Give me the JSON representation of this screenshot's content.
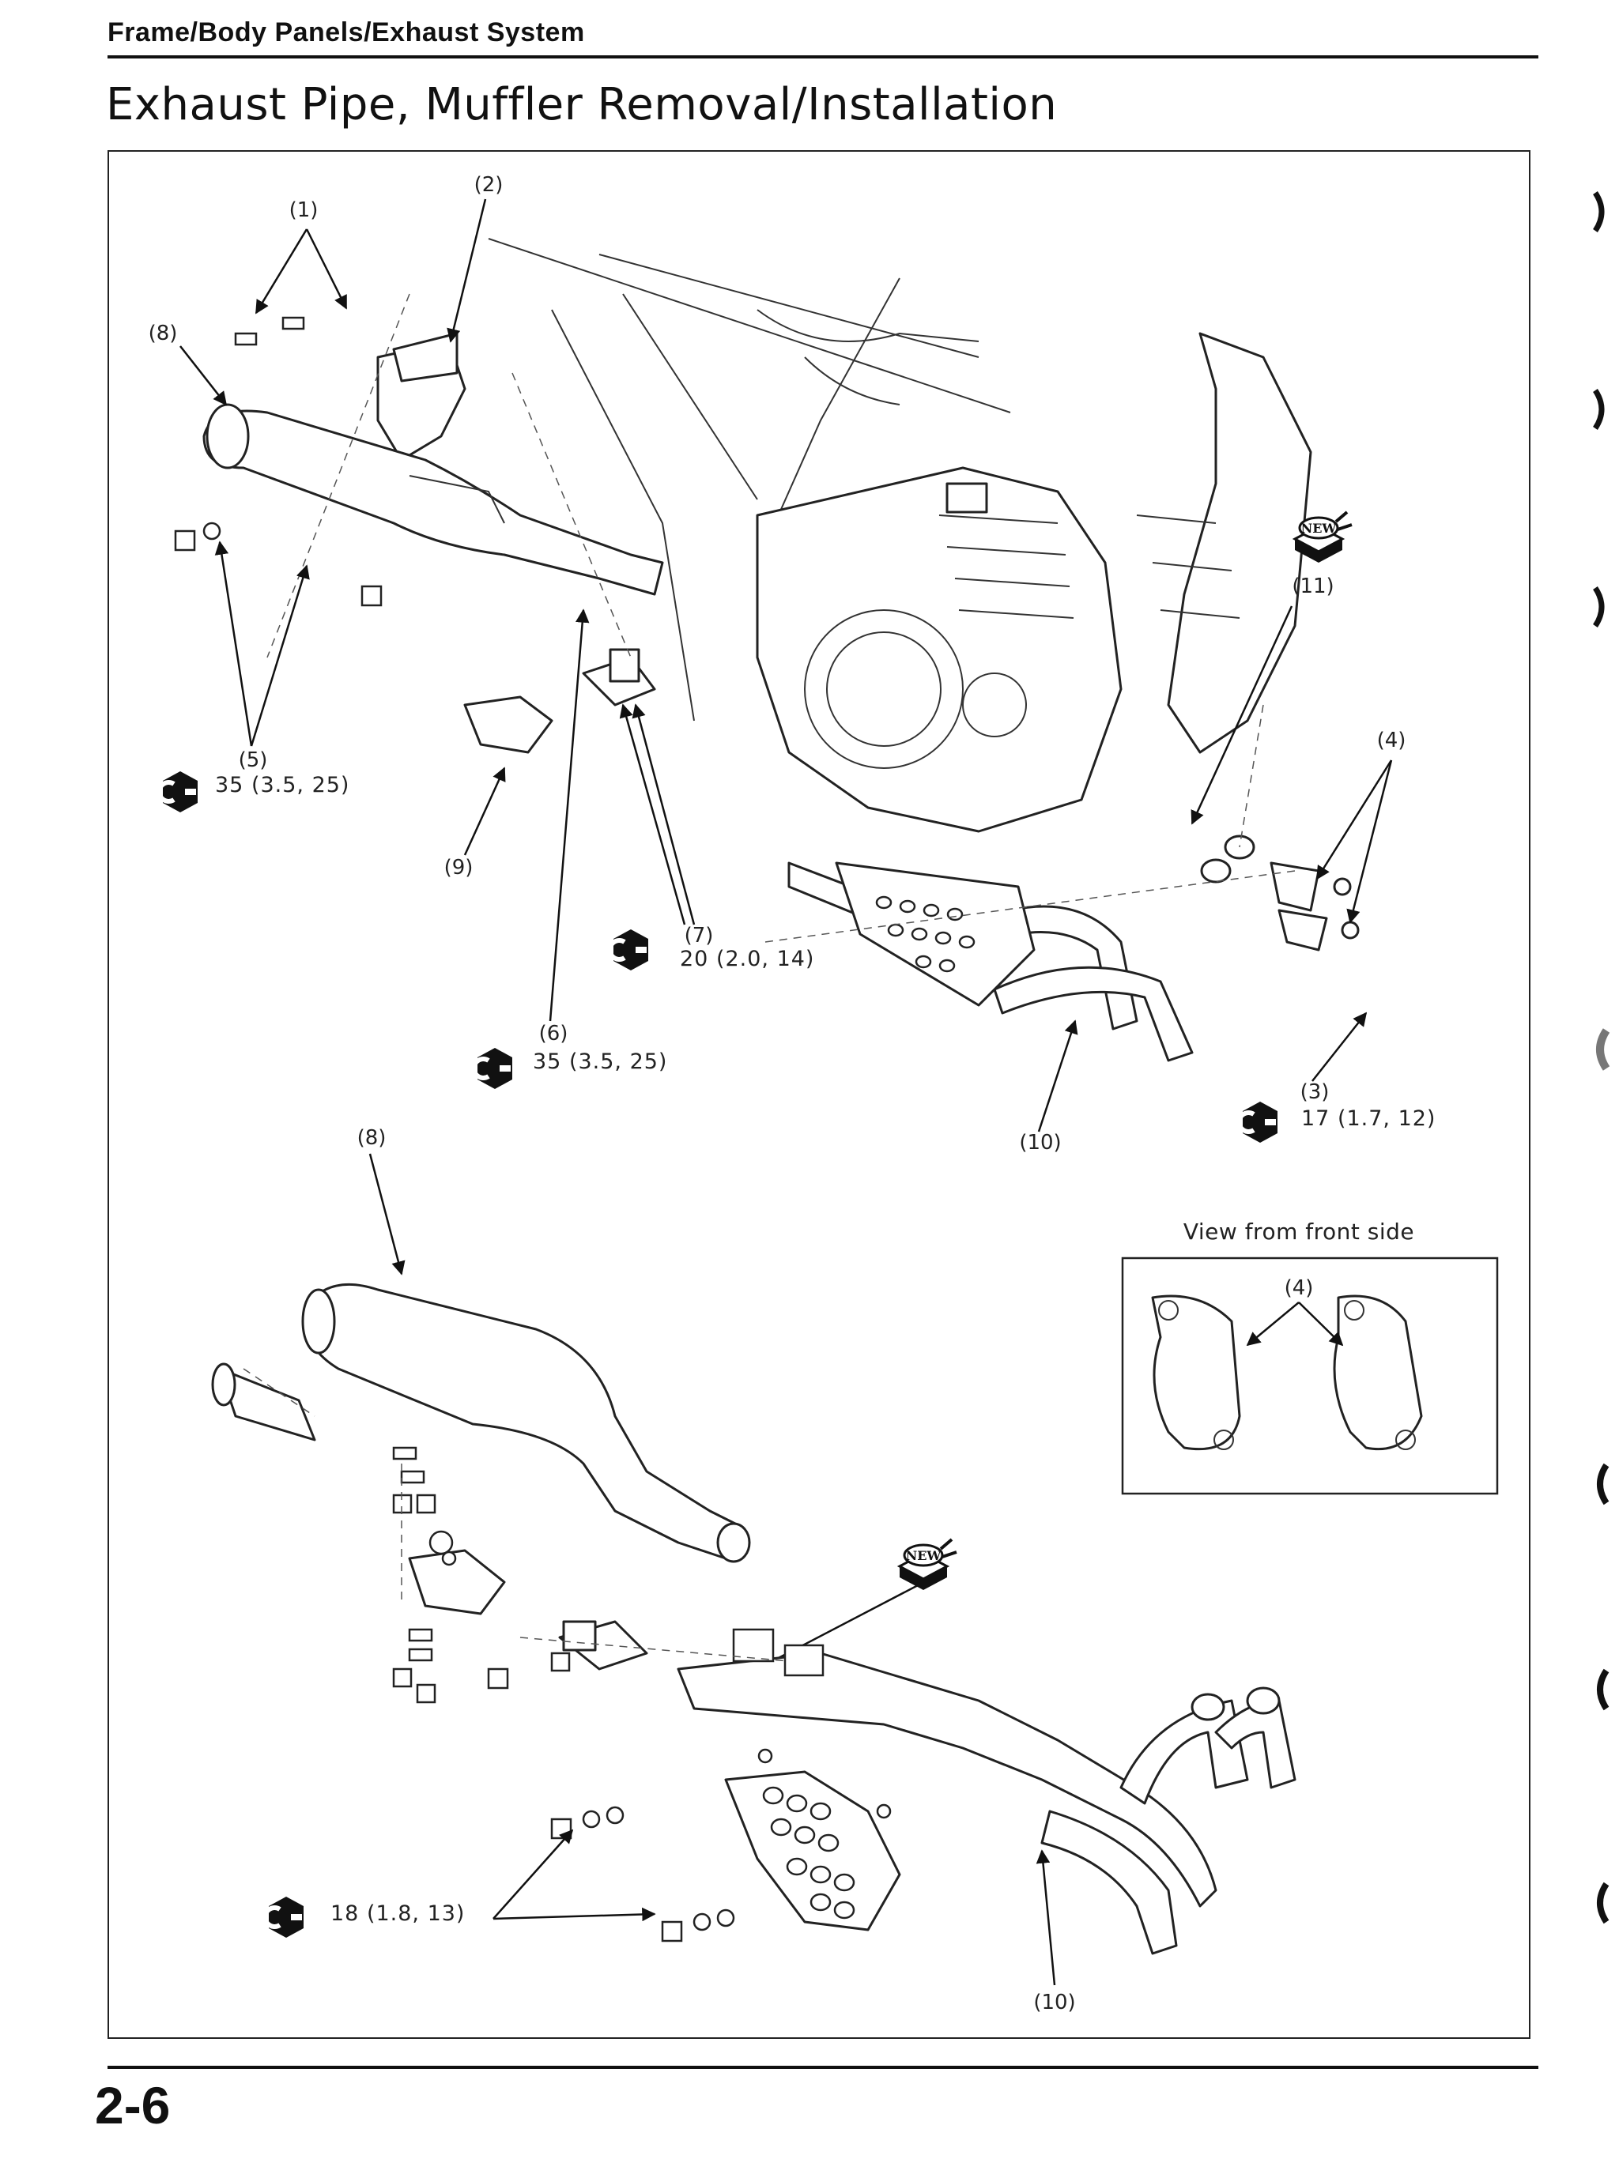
{
  "header": {
    "section": "Frame/Body Panels/Exhaust System",
    "title": "Exhaust Pipe, Muffler Removal/Installation"
  },
  "footer": {
    "page_number": "2-6"
  },
  "callouts": {
    "c1": "(1)",
    "c2": "(2)",
    "c3": "(3)",
    "c4": "(4)",
    "c4_detail": "(4)",
    "c5": "(5)",
    "c6": "(6)",
    "c7": "(7)",
    "c8_top": "(8)",
    "c8_bottom": "(8)",
    "c9": "(9)",
    "c10_top": "(10)",
    "c10_bottom": "(10)",
    "c11": "(11)"
  },
  "torque_specs": {
    "s5": "35 (3.5, 25)",
    "s6": "35 (3.5, 25)",
    "s7": "20 (2.0, 14)",
    "s3": "17 (1.7, 12)",
    "s_bottom": "18 (1.8, 13)"
  },
  "badges": {
    "new": "NEW"
  },
  "detail_view": {
    "caption": "View from front side"
  },
  "icons": [
    "torque-wrench-icon",
    "new-part-icon"
  ]
}
